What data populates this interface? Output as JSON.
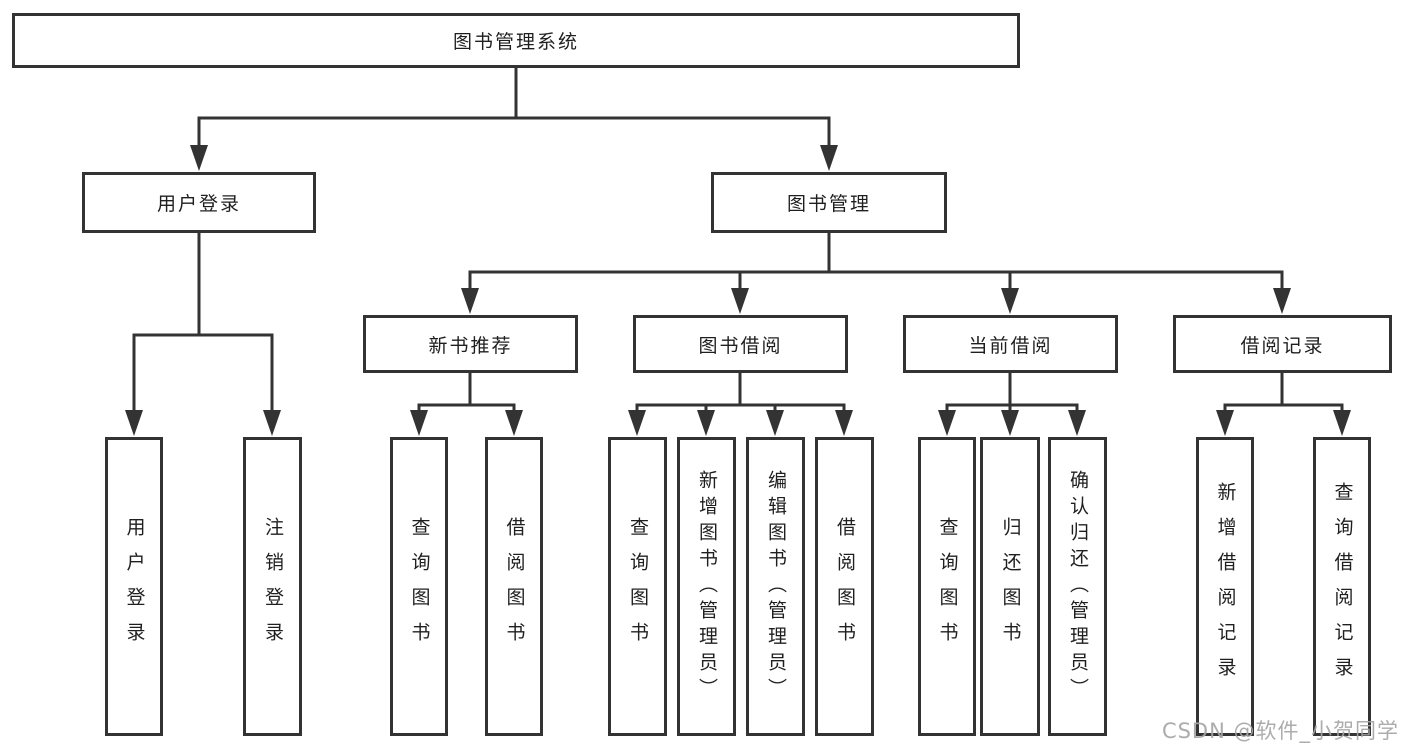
{
  "nodes": [
    {
      "id": "root",
      "label": "图书管理系统"
    },
    {
      "id": "user-login",
      "label": "用户登录"
    },
    {
      "id": "book-mgmt",
      "label": "图书管理"
    },
    {
      "id": "new-book-rec",
      "label": "新书推荐"
    },
    {
      "id": "book-borrow",
      "label": "图书借阅"
    },
    {
      "id": "current-borrow",
      "label": "当前借阅"
    },
    {
      "id": "borrow-record",
      "label": "借阅记录"
    },
    {
      "id": "login",
      "label": "用户登录"
    },
    {
      "id": "logout",
      "label": "注销登录"
    },
    {
      "id": "query-book-a",
      "label": "查询图书"
    },
    {
      "id": "borrow-book-a",
      "label": "借阅图书"
    },
    {
      "id": "query-book-b",
      "label": "查询图书"
    },
    {
      "id": "add-book-admin",
      "label": "新增图书（管理员）"
    },
    {
      "id": "edit-book-admin",
      "label": "编辑图书（管理员）"
    },
    {
      "id": "borrow-book-b",
      "label": "借阅图书"
    },
    {
      "id": "query-book-c",
      "label": "查询图书"
    },
    {
      "id": "return-book",
      "label": "归还图书"
    },
    {
      "id": "confirm-return-admin",
      "label": "确认归还（管理员）"
    },
    {
      "id": "add-borrow-record",
      "label": "新增借阅记录"
    },
    {
      "id": "query-borrow-record",
      "label": "查询借阅记录"
    }
  ],
  "hierarchy": {
    "root": [
      "user-login",
      "book-mgmt"
    ],
    "user-login": [
      "login",
      "logout"
    ],
    "book-mgmt": [
      "new-book-rec",
      "book-borrow",
      "current-borrow",
      "borrow-record"
    ],
    "new-book-rec": [
      "query-book-a",
      "borrow-book-a"
    ],
    "book-borrow": [
      "query-book-b",
      "add-book-admin",
      "edit-book-admin",
      "borrow-book-b"
    ],
    "current-borrow": [
      "query-book-c",
      "return-book",
      "confirm-return-admin"
    ],
    "borrow-record": [
      "add-borrow-record",
      "query-borrow-record"
    ]
  },
  "watermark": {
    "text": "CSDN @软件_小贺同学"
  },
  "colors": {
    "line": "#333333",
    "box_border": "#333333",
    "box_fill": "#ffffff",
    "text": "#1f1f1f",
    "watermark": "#a5a5a5"
  }
}
